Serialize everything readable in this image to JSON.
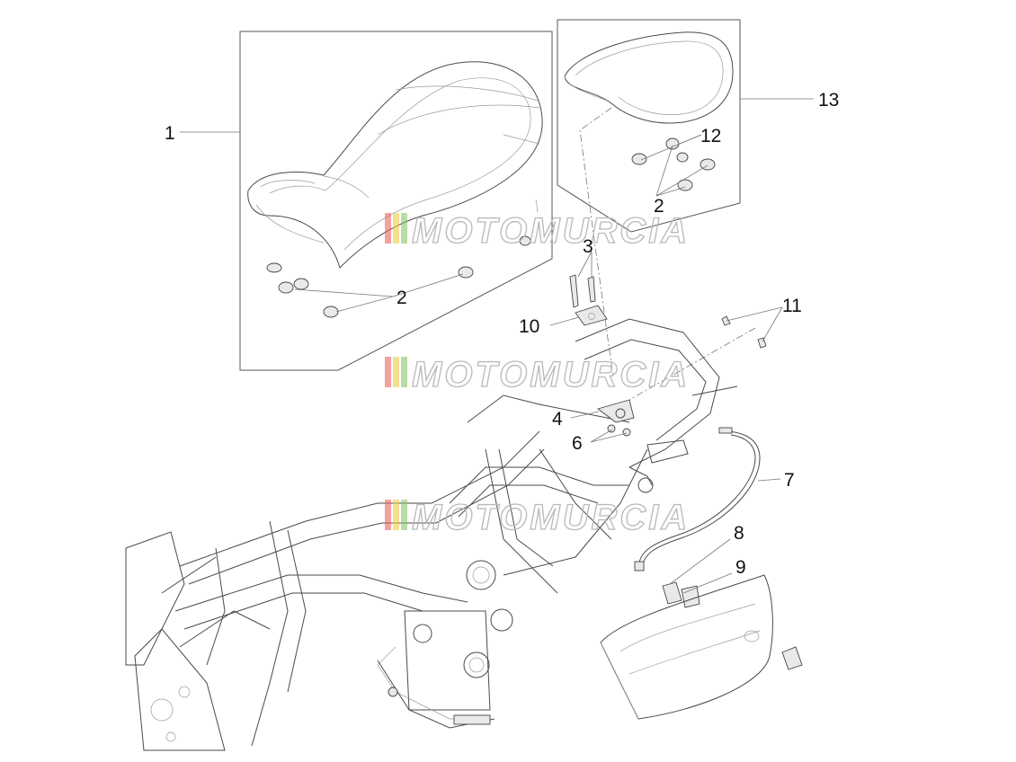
{
  "diagram": {
    "watermark": "MOTOMURCIA",
    "watermark_colors": [
      "#e8665a",
      "#f2c84b",
      "#8cc66a",
      "#6fb8e0"
    ],
    "callouts": {
      "c1": "1",
      "c2a": "2",
      "c2b": "2",
      "c3": "3",
      "c4": "4",
      "c6": "6",
      "c7": "7",
      "c8": "8",
      "c9": "9",
      "c10": "10",
      "c11": "11",
      "c12": "12",
      "c13": "13"
    }
  }
}
